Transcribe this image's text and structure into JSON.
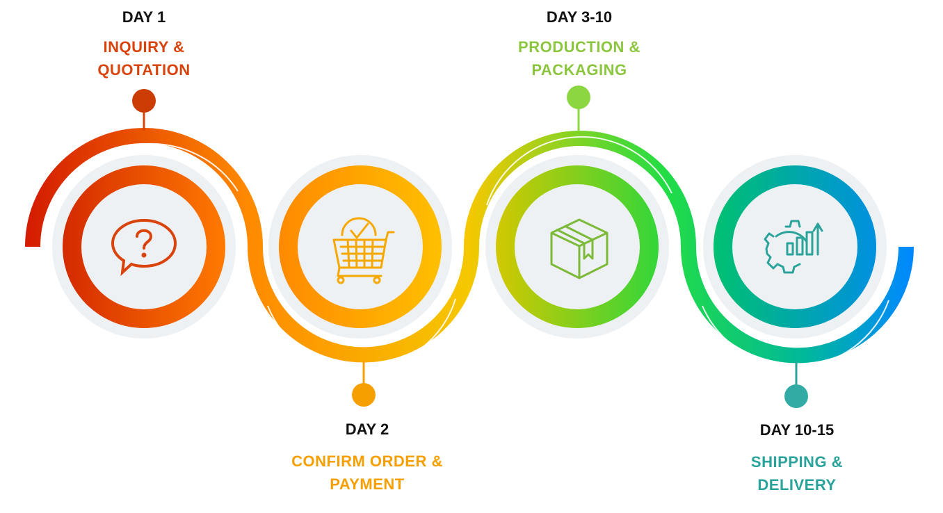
{
  "steps": [
    {
      "day": "DAY 1",
      "title_line1": "INQUIRY &",
      "title_line2": "QUOTATION",
      "color": "#d9430c",
      "icon": "question-speech-bubble-icon"
    },
    {
      "day": "DAY 2",
      "title_line1": "CONFIRM ORDER &",
      "title_line2": "PAYMENT",
      "color": "#f5a000",
      "icon": "shopping-cart-check-icon"
    },
    {
      "day": "DAY 3-10",
      "title_line1": "PRODUCTION &",
      "title_line2": "PACKAGING",
      "color": "#8cc63f",
      "icon": "package-box-icon"
    },
    {
      "day": "DAY 10-15",
      "title_line1": "SHIPPING &",
      "title_line2": "DELIVERY",
      "color": "#2aa39a",
      "icon": "gear-growth-chart-icon"
    }
  ]
}
